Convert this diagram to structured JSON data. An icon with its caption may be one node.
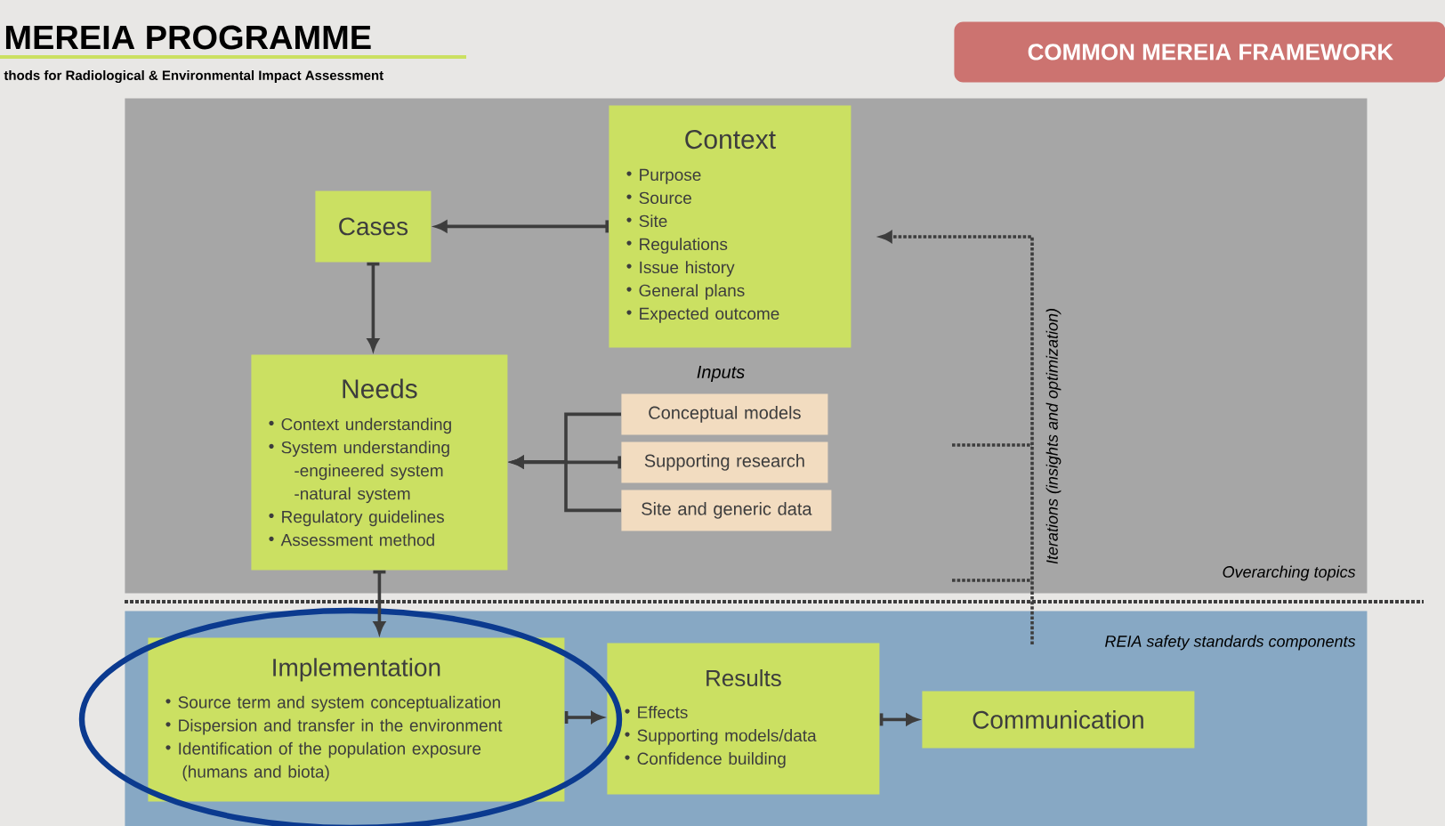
{
  "diagram": {
    "title": "MEREIA PROGRAMME",
    "nodes": [
      {
        "text": [
          "COMMON MEREIA FRAMEWORK"
        ]
      },
      {
        "text": [
          "Overarching topics"
        ]
      },
      {
        "text": [
          "Context",
          "Purpose",
          "Source",
          "Site",
          "Regulations",
          "Issue history",
          "General plans",
          "Expected outcome"
        ],
        "in": 1
      },
      {
        "text": [
          "Cases"
        ],
        "in": 1
      },
      {
        "text": [
          "Needs",
          "Context understanding",
          "System understanding",
          "-engineered system",
          "-natural system",
          "Regulatory guidelines",
          "Assessment method"
        ],
        "in": 1
      },
      {
        "text": [
          "Conceptual models"
        ],
        "in": 1
      },
      {
        "text": [
          "Supporting research"
        ],
        "in": 1
      },
      {
        "text": [
          "Site and generic data"
        ],
        "in": 1
      },
      {
        "text": [
          "REIA safety standards components"
        ]
      },
      {
        "text": [
          "Implementation",
          "Source term and system conceptualization",
          "Dispersion and transfer in the environment",
          "Identification of the population exposure (humans and biota)"
        ],
        "in": 8
      },
      {
        "text": [
          "Results",
          "Effects",
          "Supporting models/data",
          "Confidence building"
        ],
        "in": 8
      },
      {
        "text": [
          "Communication"
        ],
        "in": 8
      }
    ],
    "edges": [
      {
        "from": 2,
        "to": 3,
        "arrow": "to"
      },
      {
        "from": 3,
        "to": 4,
        "arrow": "to"
      },
      {
        "from": 5,
        "to": 4,
        "arrow": "to"
      },
      {
        "from": 6,
        "to": 4,
        "arrow": "to"
      },
      {
        "from": 7,
        "to": 4,
        "arrow": "to"
      },
      {
        "from": 4,
        "to": 9,
        "arrow": "to"
      },
      {
        "from": 9,
        "to": 10,
        "arrow": "to"
      },
      {
        "from": 10,
        "to": 11,
        "arrow": "to"
      },
      {
        "from": null,
        "to": 2,
        "arrow": "to",
        "style": "dashed",
        "label": "Iterations (insights and optimization)"
      }
    ],
    "labels": [
      "thods for Radiological & Environmental Impact Assessment",
      "Inputs"
    ]
  }
}
